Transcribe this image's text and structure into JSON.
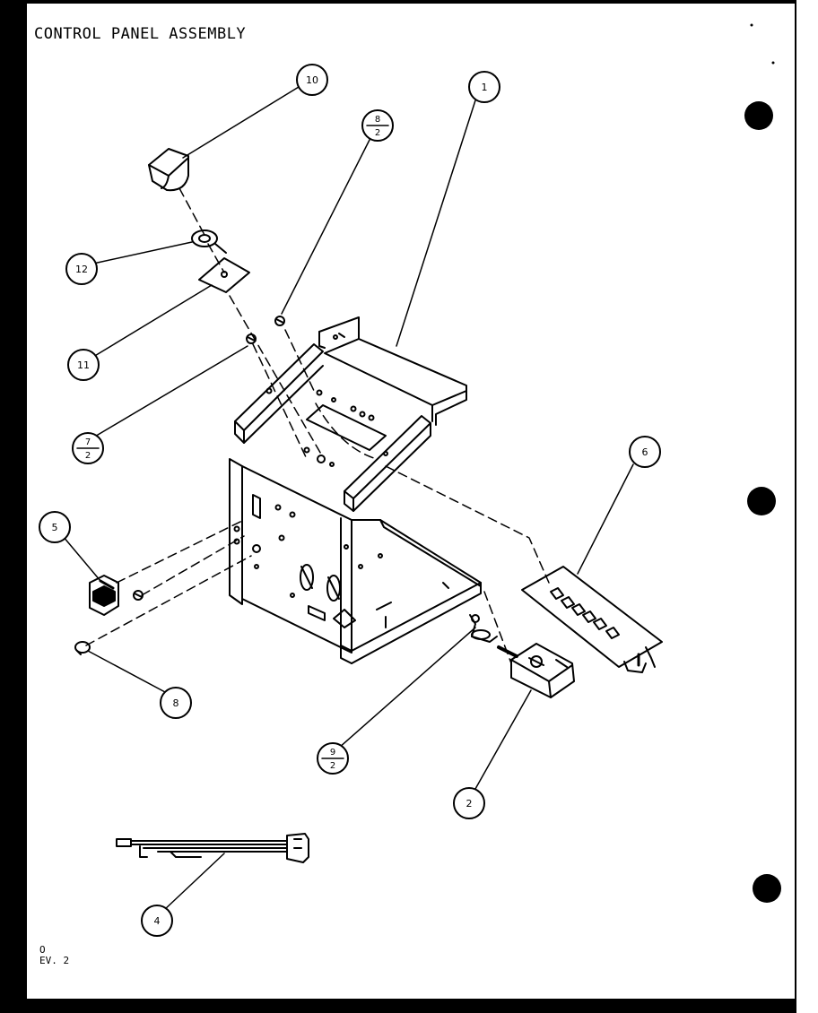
{
  "title": "CONTROL PANEL ASSEMBLY",
  "revision": [
    "O",
    "EV. 2"
  ],
  "callouts": {
    "c1": "1",
    "c2": "2",
    "c4": "4",
    "c5": "5",
    "c6": "6",
    "c8": "8",
    "c10": "10",
    "c11": "11",
    "c12": "12",
    "c7_2": {
      "top": "7",
      "bottom": "2"
    },
    "c8_2": {
      "top": "8",
      "bottom": "2"
    },
    "c9_2": {
      "top": "9",
      "bottom": "2"
    }
  }
}
